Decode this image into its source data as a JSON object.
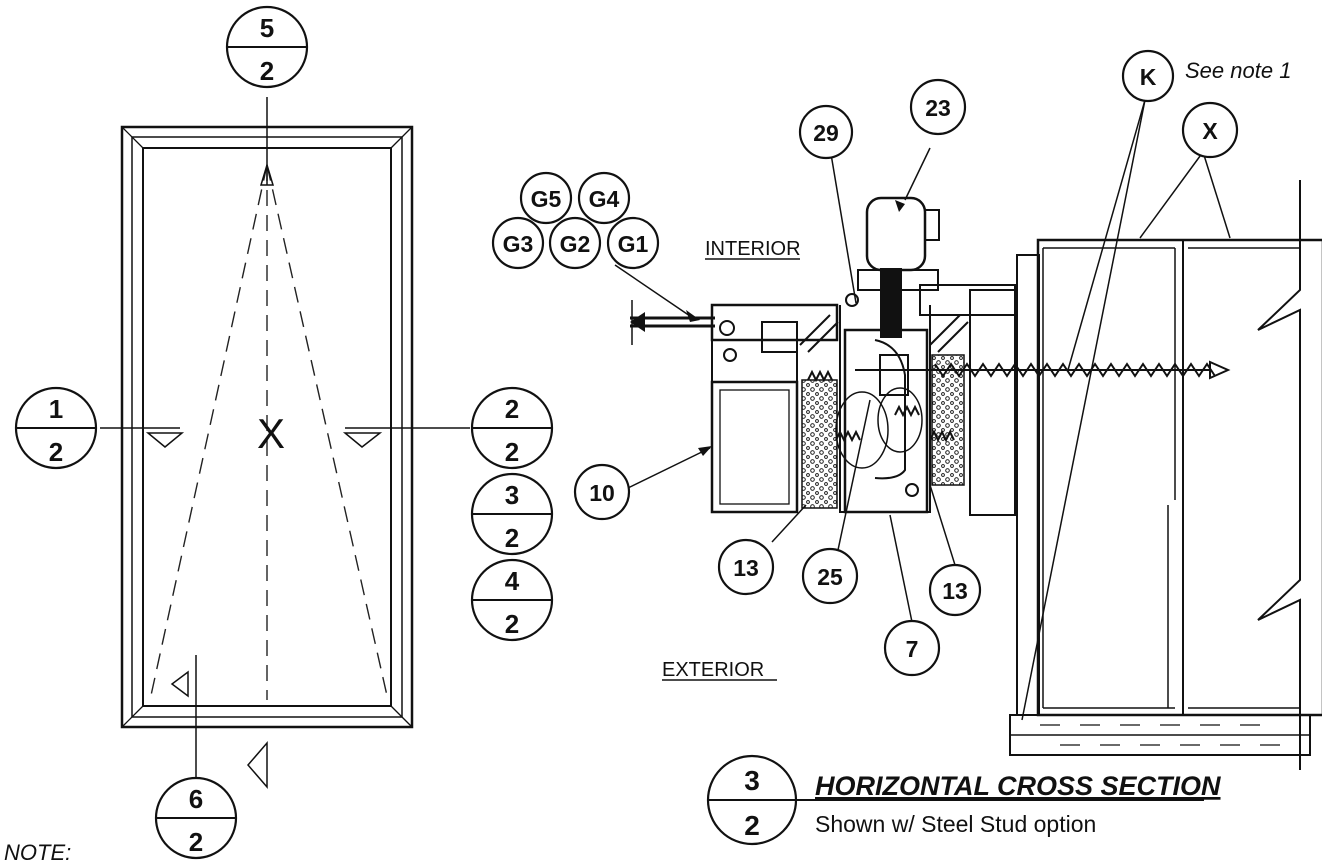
{
  "elevation": {
    "center_mark": "X",
    "callouts": [
      {
        "top": "5",
        "bottom": "2"
      },
      {
        "top": "1",
        "bottom": "2"
      },
      {
        "top": "2",
        "bottom": "2"
      },
      {
        "top": "3",
        "bottom": "2"
      },
      {
        "top": "4",
        "bottom": "2"
      },
      {
        "top": "6",
        "bottom": "2"
      }
    ]
  },
  "section": {
    "interior_label": "INTERIOR",
    "exterior_label": "EXTERIOR",
    "glazing_tags": [
      "G5",
      "G4",
      "G3",
      "G2",
      "G1"
    ],
    "tags": [
      "23",
      "29",
      "10",
      "13",
      "25",
      "13",
      "7"
    ],
    "letter_tags": [
      "K",
      "X"
    ],
    "see_note": "See note 1"
  },
  "title_block": {
    "detail_number": "3",
    "sheet_number": "2",
    "title": "HORIZONTAL CROSS SECTION",
    "subtitle": "Shown w/ Steel Stud option"
  },
  "note_label": "NOTE:"
}
